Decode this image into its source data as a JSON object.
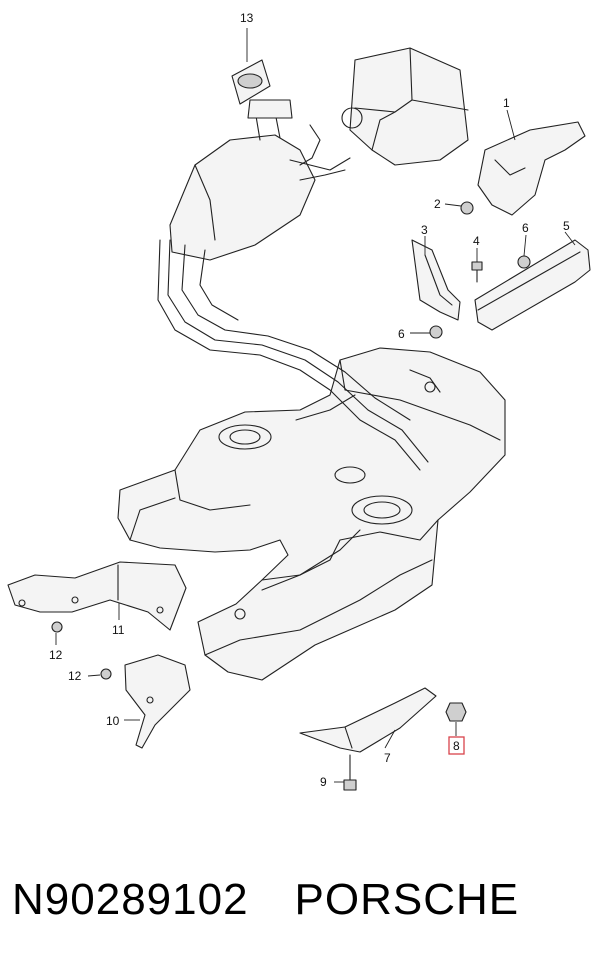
{
  "diagram": {
    "callouts": {
      "c1": "1",
      "c2": "2",
      "c3": "3",
      "c4": "4",
      "c5": "5",
      "c6a": "6",
      "c6b": "6",
      "c7": "7",
      "c8": "8",
      "c9": "9",
      "c10": "10",
      "c11": "11",
      "c12a": "12",
      "c12b": "12",
      "c13": "13"
    },
    "highlighted_callout": "8",
    "highlight_color": "#d9434b"
  },
  "footer": {
    "part_number": "N90289102",
    "brand": "PORSCHE"
  }
}
